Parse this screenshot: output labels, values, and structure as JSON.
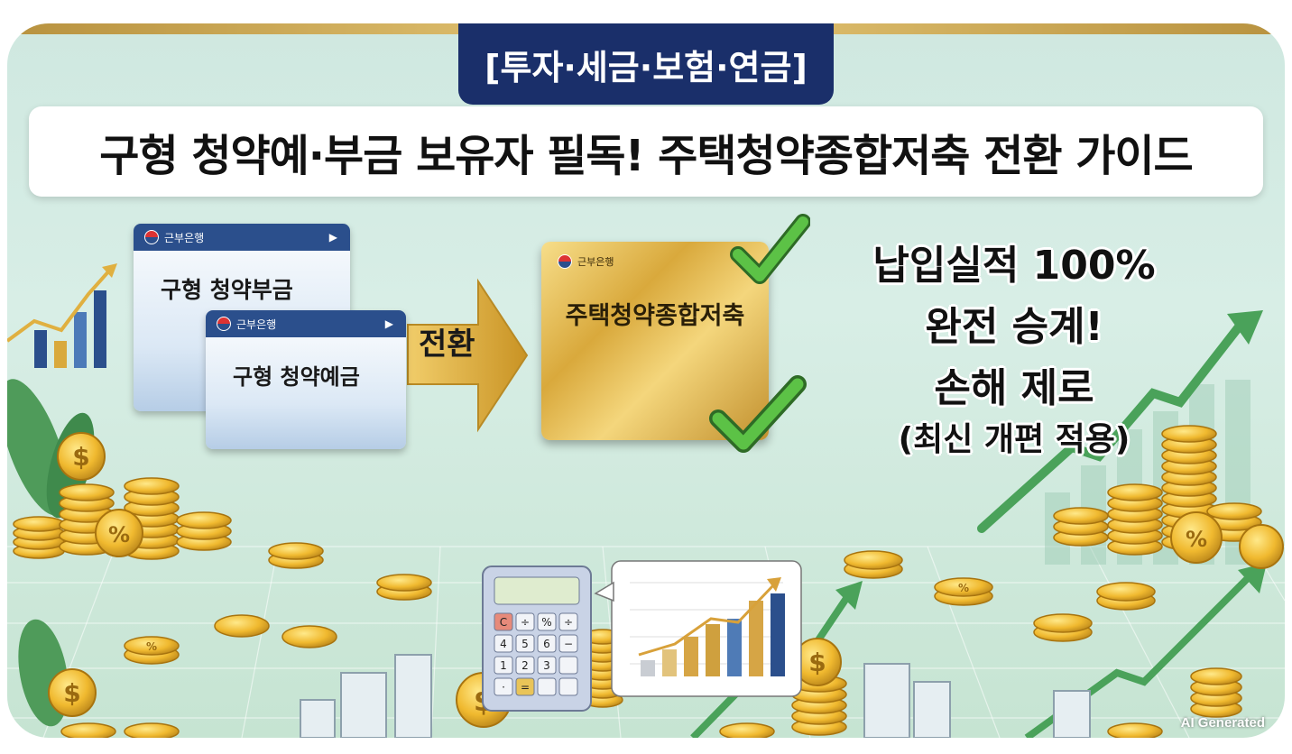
{
  "category_tag": "[투자·세금·보험·연금]",
  "title": "구형 청약예·부금 보유자 필독! 주택청약종합저축 전환 가이드",
  "cards": {
    "old_savings": {
      "bank": "근부은행",
      "label": "구형 청약부금"
    },
    "old_deposit": {
      "bank": "근부은행",
      "label": "구형 청약예금"
    },
    "new_account": {
      "bank": "근부은행",
      "label": "주택청약종합저축"
    }
  },
  "arrow_label": "전환",
  "headline": {
    "line1": "납입실적 100%",
    "line2": "완전 승계!",
    "line3": "손해 제로",
    "line4": "(최신 개편 적용)"
  },
  "calculator_keys": [
    "C",
    "÷",
    "%",
    "÷",
    "4",
    "5",
    "6",
    "−",
    "1",
    "2",
    "3",
    "",
    "·",
    "=",
    "",
    ""
  ],
  "coin_symbols": {
    "dollar": "$",
    "percent": "%"
  },
  "watermark": "AI Generated",
  "colors": {
    "navy": "#1a2f6a",
    "gold": "#d9a93c",
    "green": "#3f9a4a",
    "check": "#4caf3c"
  }
}
